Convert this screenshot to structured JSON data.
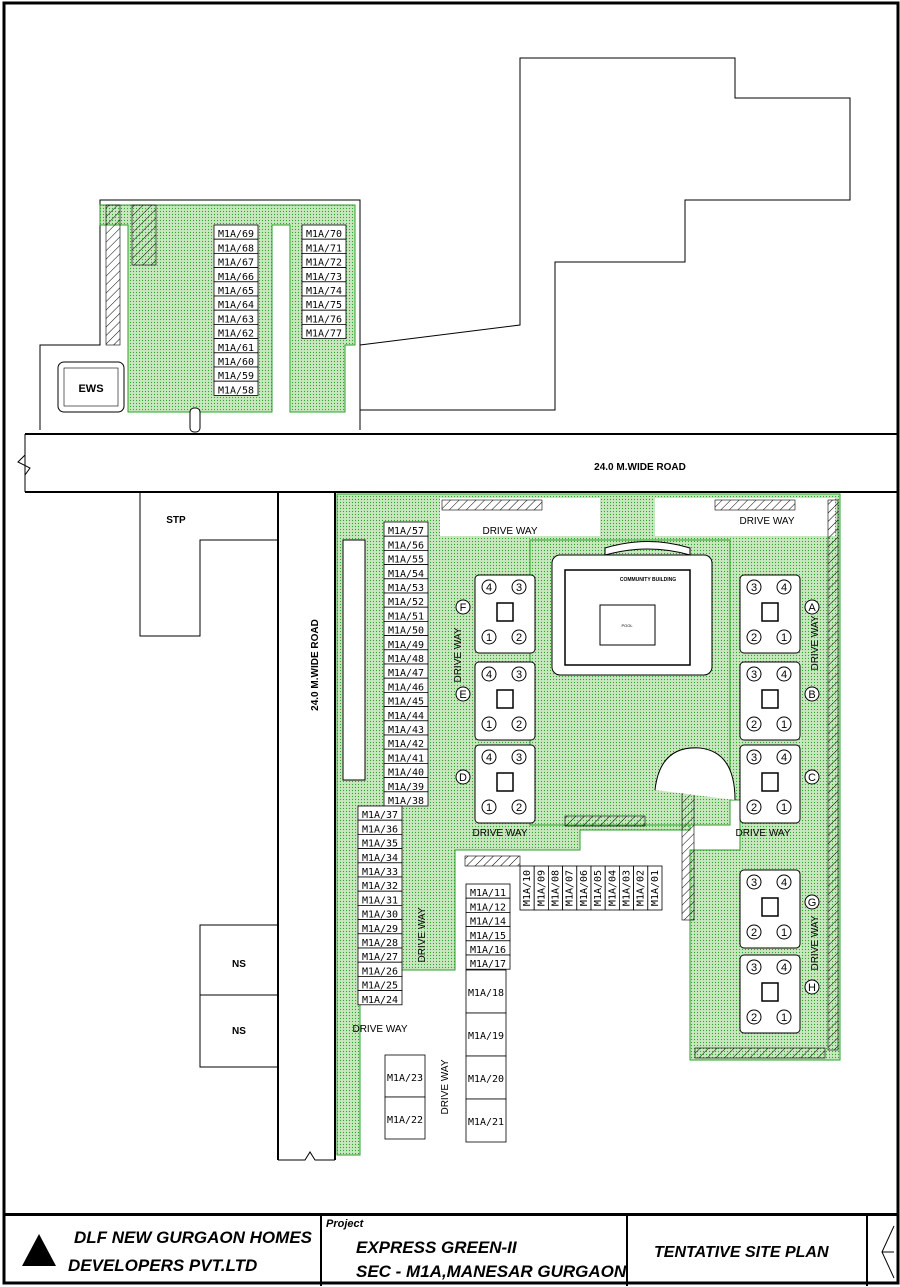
{
  "roads": {
    "top_road": "24.0 M.WIDE ROAD",
    "side_road": "24.0 M.WIDE ROAD"
  },
  "blocks": {
    "ews": "EWS",
    "stp": "STP",
    "ns_1": "NS",
    "ns_2": "NS",
    "community": "COMMUNITY BUILDING",
    "pool": "POOL"
  },
  "drive_way": "DRIVE WAY",
  "towers": [
    "A",
    "B",
    "C",
    "D",
    "E",
    "F",
    "G",
    "H"
  ],
  "flat_numbers": [
    "1",
    "2",
    "3",
    "4"
  ],
  "units": {
    "north_left": [
      "M1A/69",
      "M1A/68",
      "M1A/67",
      "M1A/66",
      "M1A/65",
      "M1A/64",
      "M1A/63",
      "M1A/62",
      "M1A/61",
      "M1A/60",
      "M1A/59",
      "M1A/58"
    ],
    "north_right": [
      "M1A/70",
      "M1A/71",
      "M1A/72",
      "M1A/73",
      "M1A/74",
      "M1A/75",
      "M1A/76",
      "M1A/77"
    ],
    "west_upper": [
      "M1A/57",
      "M1A/56",
      "M1A/55",
      "M1A/54",
      "M1A/53",
      "M1A/52",
      "M1A/51",
      "M1A/50",
      "M1A/49",
      "M1A/48",
      "M1A/47",
      "M1A/46",
      "M1A/45",
      "M1A/44",
      "M1A/43",
      "M1A/42",
      "M1A/41",
      "M1A/40",
      "M1A/39",
      "M1A/38"
    ],
    "west_lower": [
      "M1A/37",
      "M1A/36",
      "M1A/35",
      "M1A/34",
      "M1A/33",
      "M1A/32",
      "M1A/31",
      "M1A/30",
      "M1A/29",
      "M1A/28",
      "M1A/27",
      "M1A/26",
      "M1A/25",
      "M1A/24"
    ],
    "middle_column": [
      "M1A/11",
      "M1A/12",
      "M1A/14",
      "M1A/15",
      "M1A/16",
      "M1A/17"
    ],
    "horizontal_row": [
      "M1A/10",
      "M1A/09",
      "M1A/08",
      "M1A/07",
      "M1A/06",
      "M1A/05",
      "M1A/04",
      "M1A/03",
      "M1A/02",
      "M1A/01"
    ],
    "big_left": [
      "M1A/23",
      "M1A/22"
    ],
    "big_right": [
      "M1A/18",
      "M1A/19",
      "M1A/20",
      "M1A/21"
    ]
  },
  "title_block": {
    "company_line1": "DLF  NEW GURGAON HOMES",
    "company_line2": "DEVELOPERS PVT.LTD",
    "project_label": "Project",
    "project_line1": "EXPRESS GREEN-II",
    "project_line2": "SEC - M1A,MANESAR GURGAON",
    "drawing_title": "TENTATIVE SITE PLAN"
  },
  "colors": {
    "landscape": "#c9e7bf",
    "landscape_edge": "#2aa12a",
    "line": "#000000"
  }
}
